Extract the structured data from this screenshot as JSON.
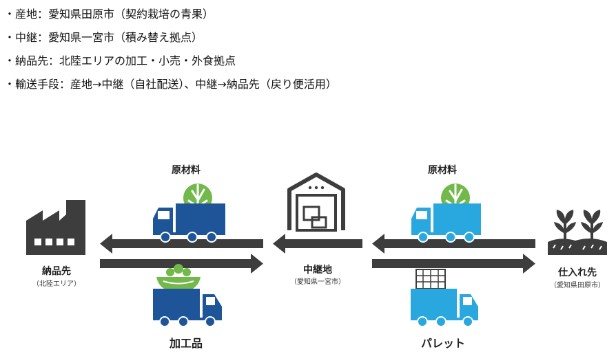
{
  "bullets": [
    "・産地：愛知県田原市（契約栽培の青果）",
    "・中継：愛知県一宮市（積み替え拠点）",
    "・納品先：北陸エリアの加工・小売・外食拠点",
    "・輸送手段：産地→中継（自社配送）、中継→納品先（戻り便活用）"
  ],
  "nodes": {
    "destination": {
      "name": "納品先",
      "sub": "（北陸エリア）",
      "icon": "factory-icon"
    },
    "relay": {
      "name": "中継地",
      "sub": "（愛知県一宮市）",
      "icon": "warehouse-icon"
    },
    "origin": {
      "name": "仕入れ先",
      "sub": "（愛知県田原市）",
      "icon": "sprout-field-icon"
    }
  },
  "cargo": {
    "left_top": "原材料",
    "left_bottom": "加工品",
    "right_top": "原材料",
    "right_bottom": "パレット"
  },
  "colors": {
    "dark_truck": "#1d5598",
    "light_truck": "#29a8e0",
    "arrow": "#3d3d3d",
    "vegetable": "#72b84a"
  }
}
